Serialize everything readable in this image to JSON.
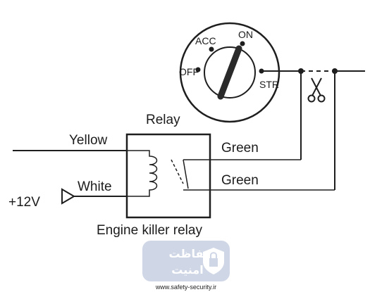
{
  "switch": {
    "positions": [
      "ACC",
      "ON",
      "OFF",
      "STR"
    ]
  },
  "relay": {
    "title": "Relay",
    "caption": "Engine killer relay"
  },
  "wires": {
    "yellow": "Yellow",
    "white": "White",
    "supply": "+12V",
    "green_top": "Green",
    "green_bottom": "Green"
  },
  "cut_icon": "scissors-icon",
  "watermark": {
    "line1": "حفاظت",
    "line2": "امنیت",
    "url": "www.safety-security.ir",
    "badge_color": "#cfd6e6",
    "icon": "shield-lock-icon"
  }
}
